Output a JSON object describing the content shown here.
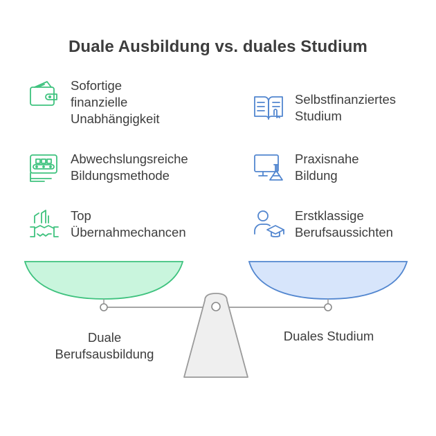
{
  "title": "Duale Ausbildung vs. duales Studium",
  "left": {
    "name": "Duale\nBerufsausbildung",
    "color": "#3ec27e",
    "pan_fill": "#c9f5dd",
    "items": [
      {
        "icon": "wallet-money-icon",
        "label": "Sofortige\nfinanzielle\nUnabhängigkeit"
      },
      {
        "icon": "conveyor-belt-icon",
        "label": "Abwechslungsreiche\nBildungsmethode"
      },
      {
        "icon": "handshake-growth-icon",
        "label": "Top\nÜbernahmechancen"
      }
    ]
  },
  "right": {
    "name": "Duales Studium",
    "color": "#5286cf",
    "pan_fill": "#d7e5fb",
    "items": [
      {
        "icon": "book-reading-icon",
        "label": "Selbstfinanziertes\nStudium"
      },
      {
        "icon": "monitor-flask-icon",
        "label": "Praxisnahe\nBildung"
      },
      {
        "icon": "graduate-cap-icon",
        "label": "Erstklassige\nBerufsaussichten"
      }
    ]
  }
}
